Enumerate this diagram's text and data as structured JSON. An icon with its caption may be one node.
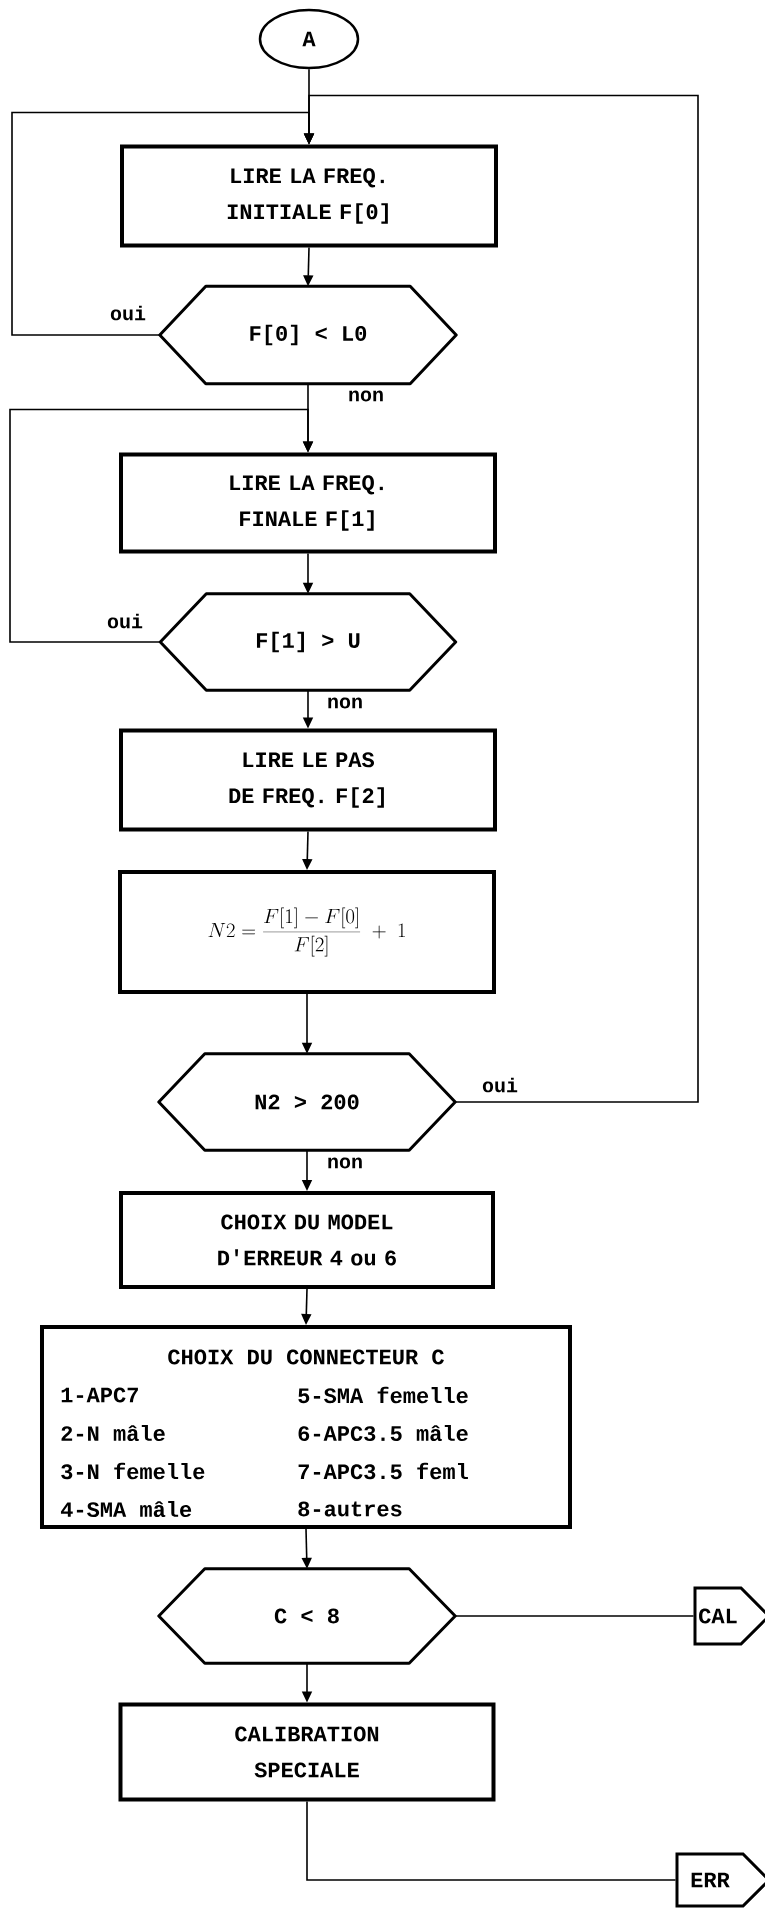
{
  "diagram": {
    "nodes": [
      {
        "text": [
          "A"
        ]
      },
      {
        "text": [
          "LIRE LA FREQ. INITIALE F[0]"
        ]
      },
      {
        "text": [
          "F[0] < L0"
        ]
      },
      {
        "text": [
          "LIRE LA FREQ. FINALE F[1]"
        ]
      },
      {
        "text": [
          "F[1] > U"
        ]
      },
      {
        "text": [
          "LIRE LE PAS DE FREQ. F[2]"
        ]
      },
      {
        "text": [
          "N2=\\frac{F[1]-F[0]}{F[2]}\\;+\\;1"
        ]
      },
      {
        "text": [
          "N2 > 200"
        ]
      },
      {
        "text": [
          "CHOIX DU MODEL D'ERREUR 4 ou 6"
        ]
      },
      {
        "text": [
          "CHOIX DU CONNECTEUR C",
          "1-APC7",
          "2-N mâle",
          "3-N femelle",
          "4-SMA mâle",
          "5-SMA femelle",
          "6-APC3.5 mâle",
          "7-APC3.5 feml",
          "8-autres"
        ]
      },
      {
        "text": [
          "C < 8"
        ]
      },
      {
        "text": [
          "CAL"
        ]
      },
      {
        "text": [
          "CALIBRATION SPECIALE"
        ]
      },
      {
        "text": [
          "ERR"
        ]
      }
    ],
    "edges": [
      {
        "from": 0,
        "to": 1,
        "arrow": "to"
      },
      {
        "from": 1,
        "to": 2,
        "arrow": "to"
      },
      {
        "from": 2,
        "to": 1,
        "arrow": "to",
        "label": "oui"
      },
      {
        "from": 2,
        "to": 3,
        "arrow": "to",
        "label": "non"
      },
      {
        "from": 3,
        "to": 4,
        "arrow": "to"
      },
      {
        "from": 4,
        "to": 3,
        "arrow": "to",
        "label": "oui"
      },
      {
        "from": 4,
        "to": 5,
        "arrow": "to",
        "label": "non"
      },
      {
        "from": 5,
        "to": 6,
        "arrow": "to"
      },
      {
        "from": 6,
        "to": 7,
        "arrow": "to"
      },
      {
        "from": 7,
        "to": 1,
        "arrow": "to",
        "label": "oui"
      },
      {
        "from": 7,
        "to": 8,
        "arrow": "to",
        "label": "non"
      },
      {
        "from": 8,
        "to": 9,
        "arrow": "to"
      },
      {
        "from": 9,
        "to": 10,
        "arrow": "to"
      },
      {
        "from": 10,
        "to": 11,
        "arrow": "none"
      },
      {
        "from": 10,
        "to": 12,
        "arrow": "to"
      },
      {
        "from": 12,
        "to": 13,
        "arrow": "none"
      }
    ]
  }
}
